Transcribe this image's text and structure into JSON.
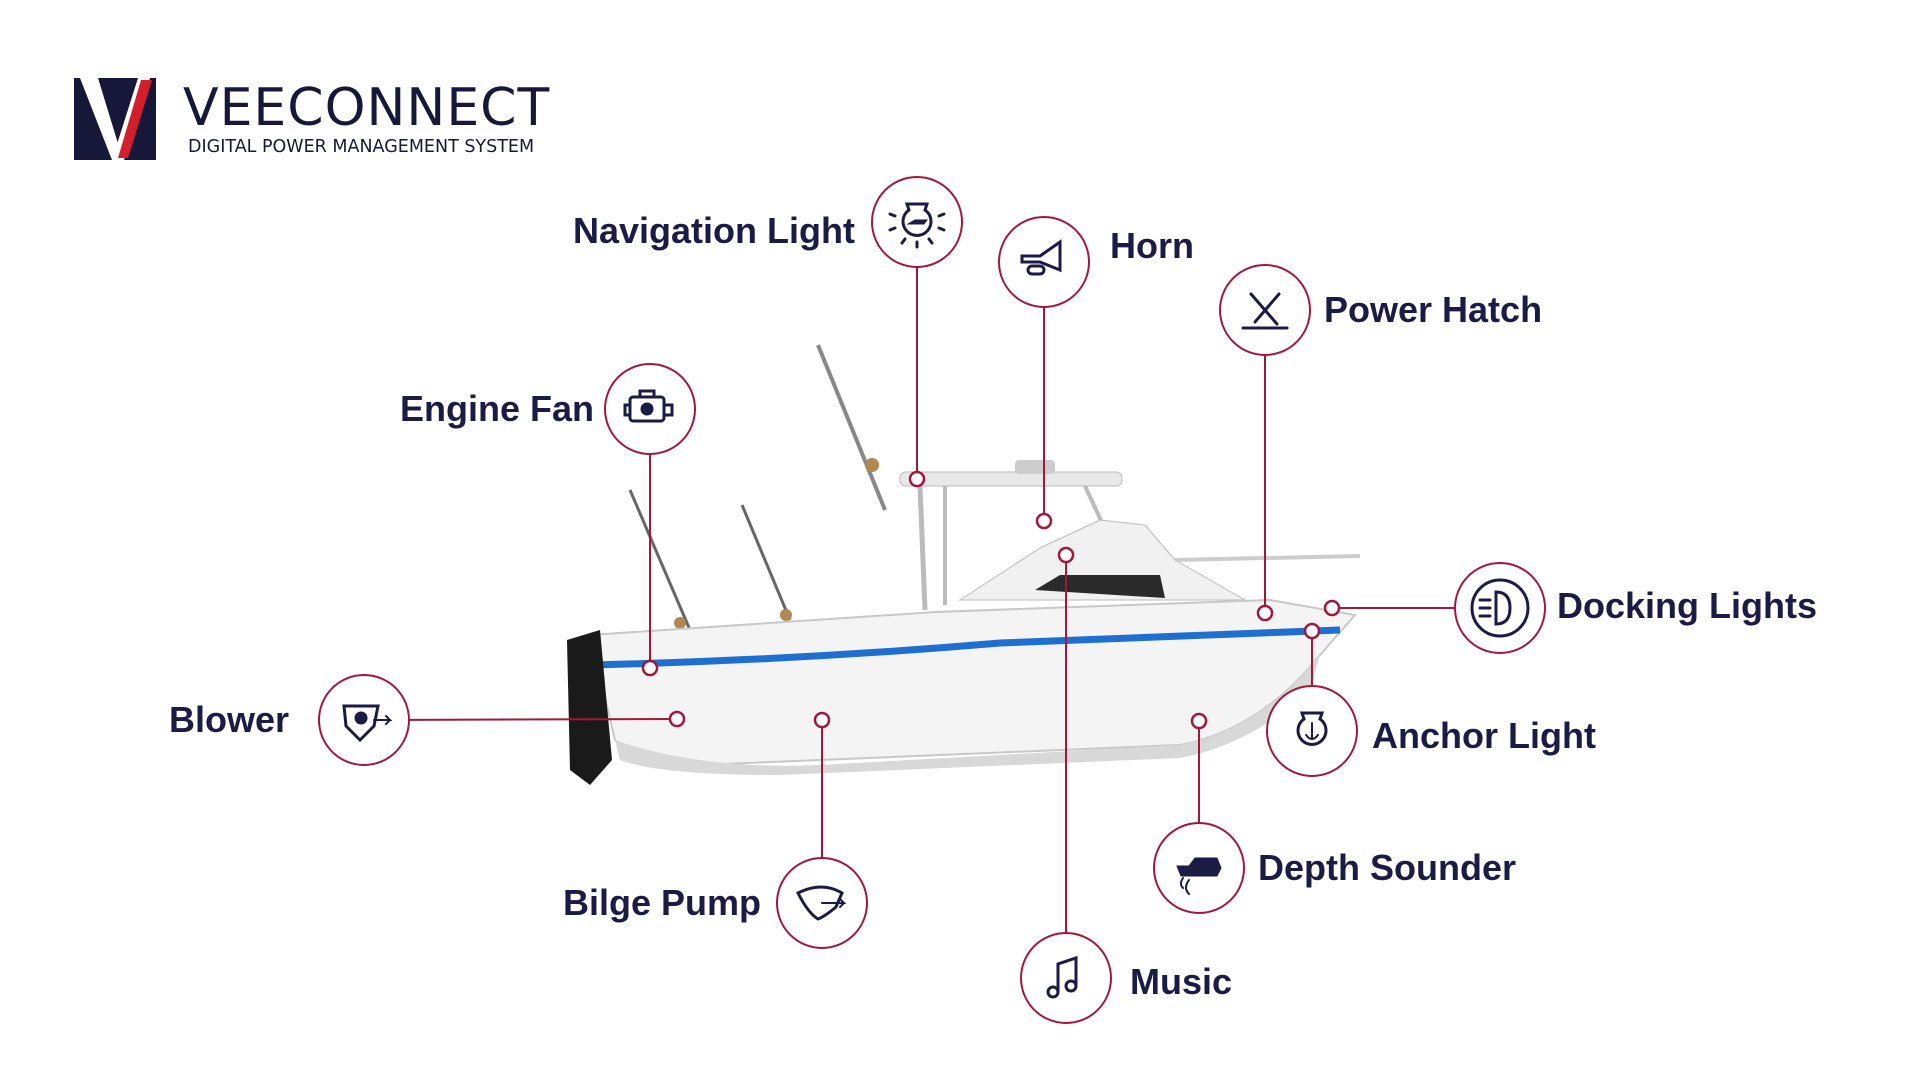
{
  "brand": {
    "name": "VEECONNECT",
    "tagline": "DIGITAL POWER MANAGEMENT SYSTEM"
  },
  "colors": {
    "accent": "#a3173c",
    "text": "#1b1b45",
    "stripe": "#1f6fd1"
  },
  "features": [
    {
      "label": "Navigation Light",
      "icon": "navigation-light-icon"
    },
    {
      "label": "Horn",
      "icon": "horn-icon"
    },
    {
      "label": "Power Hatch",
      "icon": "power-hatch-icon"
    },
    {
      "label": "Engine Fan",
      "icon": "engine-fan-icon"
    },
    {
      "label": "Docking Lights",
      "icon": "docking-lights-icon"
    },
    {
      "label": "Blower",
      "icon": "blower-icon"
    },
    {
      "label": "Anchor Light",
      "icon": "anchor-light-icon"
    },
    {
      "label": "Depth Sounder",
      "icon": "depth-sounder-icon"
    },
    {
      "label": "Bilge Pump",
      "icon": "bilge-pump-icon"
    },
    {
      "label": "Music",
      "icon": "music-icon"
    }
  ]
}
